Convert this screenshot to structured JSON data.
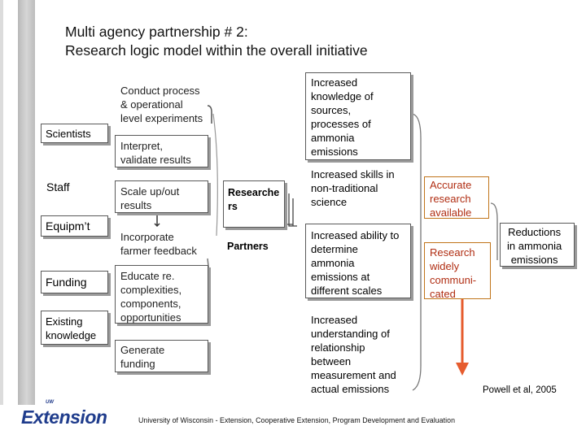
{
  "title": {
    "line1": "Multi agency partnership # 2:",
    "line2": "Research logic model within the overall initiative"
  },
  "inputs": {
    "scientists": "Scientists",
    "staff": "Staff",
    "equipment": "Equipm’t",
    "funding": "Funding",
    "existing_knowledge": "Existing\nknowledge"
  },
  "activities": {
    "conduct": "Conduct process\n& operational\nlevel experiments",
    "interpret": "Interpret,\nvalidate results",
    "scale_up": "Scale up/out\nresults",
    "incorporate": "Incorporate\nfarmer feedback",
    "educate": "Educate re.\ncomplexities,\ncomponents,\nopportunities",
    "generate": "Generate\nfunding"
  },
  "participants": {
    "researchers": "Researche\nrs",
    "partners": "Partners"
  },
  "short_outcomes": {
    "knowledge": "Increased\nknowledge of\nsources,\nprocesses of\nammonia\nemissions",
    "skills": "Increased skills in\nnon-traditional\nscience",
    "ability": "Increased ability to\ndetermine\nammonia\nemissions at\ndifferent scales",
    "understanding": "Increased\nunderstanding of\nrelationship\nbetween\nmeasurement and\nactual emissions"
  },
  "medium_outcomes": {
    "accurate": "Accurate\nresearch\navailable",
    "communicated": "Research\nwidely\ncommuni-\ncated"
  },
  "long_outcome": "Reductions\nin ammonia\nemissions",
  "credit": "Powell et al, 2005",
  "footer": "University of Wisconsin - Extension, Cooperative Extension, Program Development and Evaluation",
  "logo": {
    "small": "UW",
    "main": "Extension"
  },
  "colors": {
    "orange_box_text": "#b02d12",
    "orange_box_border": "#c0741a",
    "arrow": "#e65c2e",
    "logo": "#1f3c8c"
  }
}
